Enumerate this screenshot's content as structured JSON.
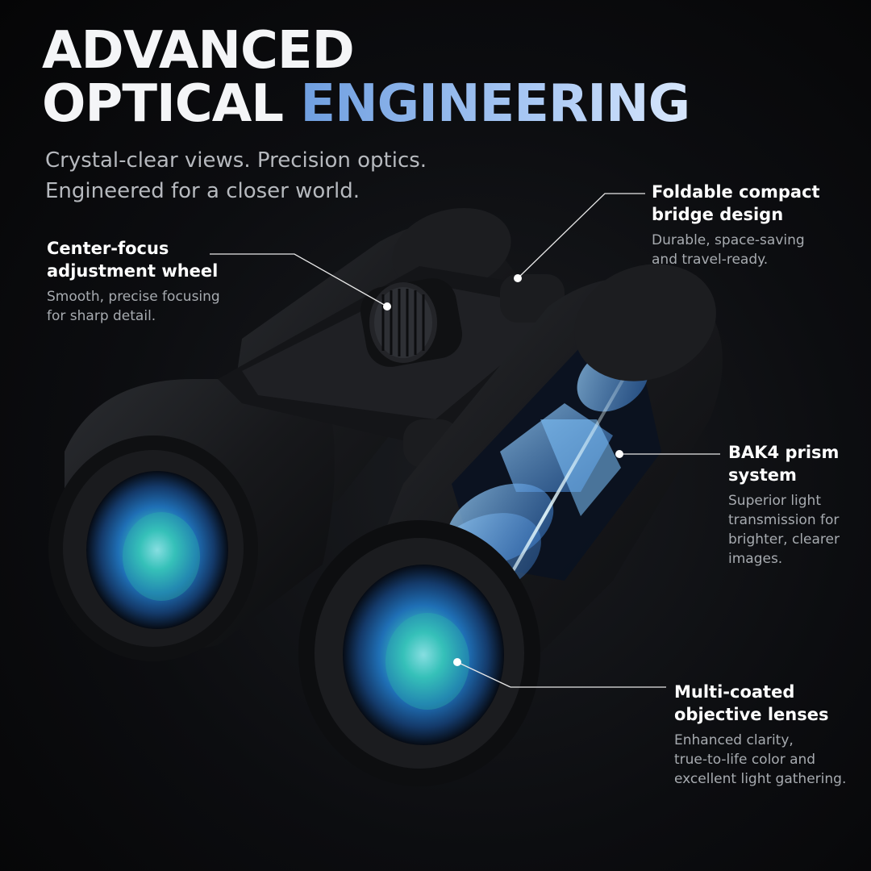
{
  "headline": {
    "line1": "ADVANCED",
    "line2_plain": "OPTICAL",
    "line2_accent": "ENGINEERING"
  },
  "subheadline": {
    "line1": "Crystal-clear views. Precision optics.",
    "line2": "Engineered for a closer world."
  },
  "callouts": {
    "focus": {
      "title_line1": "Center-focus",
      "title_line2": "adjustment wheel",
      "desc_line1": "Smooth, precise focusing",
      "desc_line2": "for sharp detail."
    },
    "bridge": {
      "title_line1": "Foldable compact",
      "title_line2": "bridge design",
      "desc_line1": "Durable, space-saving",
      "desc_line2": "and travel-ready."
    },
    "prism": {
      "title_line1": "BAK4 prism",
      "title_line2": "system",
      "desc_line1": "Superior light",
      "desc_line2": "transmission for",
      "desc_line3": "brighter, clearer",
      "desc_line4": "images."
    },
    "lenses": {
      "title_line1": "Multi-coated",
      "title_line2": "objective lenses",
      "desc_line1": "Enhanced clarity,",
      "desc_line2": "true-to-life color and",
      "desc_line3": "excellent light gathering."
    }
  },
  "colors": {
    "background": "#0c0d10",
    "accent_blue": "#8fb6ea",
    "lens_teal": "#2fb7a6",
    "body_black": "#16171a"
  }
}
